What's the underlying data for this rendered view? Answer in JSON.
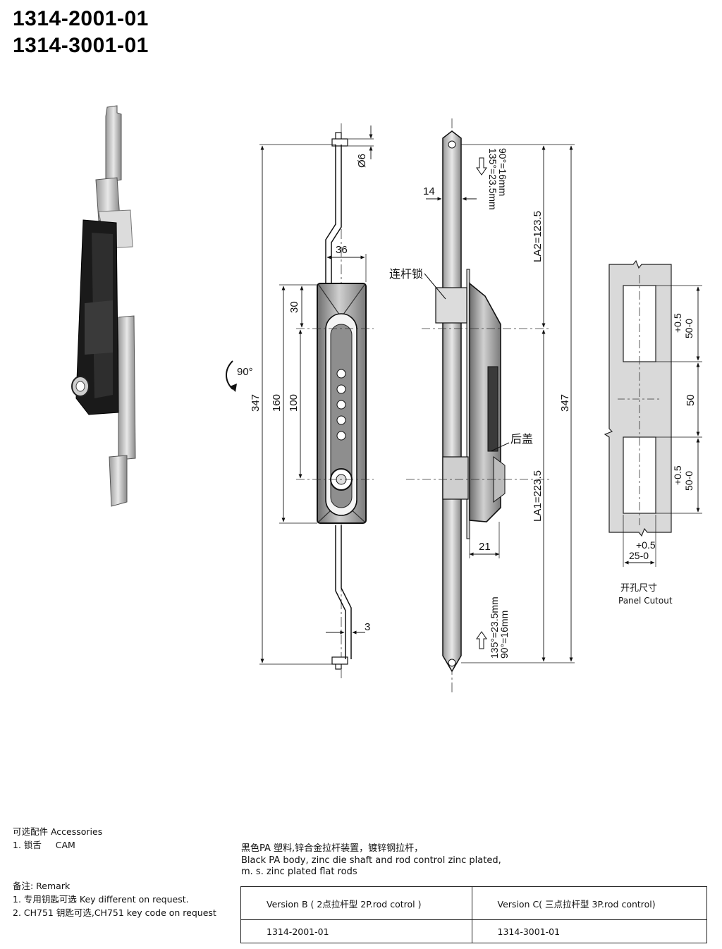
{
  "title": {
    "line1": "1314-2001-01",
    "line2": "1314-3001-01"
  },
  "dimensions": {
    "d6": "Ø6",
    "w36": "36",
    "h30": "30",
    "h160": "160",
    "h100": "100",
    "h347_left": "347",
    "rot90": "90°",
    "w3": "3",
    "w14": "14",
    "w21": "21",
    "h347_right": "347",
    "la2": "LA2=123.5",
    "la1": "LA1=223.5",
    "stroke_top_a": "90°=16mm",
    "stroke_top_b": "135°=23.5mm",
    "stroke_bot_a": "135°=23.5mm",
    "stroke_bot_b": "90°=16mm",
    "cut_tol_1": "+0.5",
    "cut_val_1": "50-0",
    "cut_gap": "50",
    "cut_tol_2": "+0.5",
    "cut_val_2": "50-0",
    "cut_w_tol": "+0.5",
    "cut_w_val": "25-0"
  },
  "callouts": {
    "rod_lock": "连杆锁",
    "rear_cover": "后盖"
  },
  "panel_cutout": {
    "cn": "开孔尺寸",
    "en": "Panel Cutout"
  },
  "accessories": {
    "header": "可选配件 Accessories",
    "item1": "1. 锁舌     CAM"
  },
  "remark": {
    "header": "备注: Remark",
    "item1": "1. 专用钥匙可选 Key different on request.",
    "item2": "2. CH751 钥匙可选,CH751 key code on request"
  },
  "description": {
    "line1": "黑色PA 塑料,锌合金拉杆装置，镀锌钢拉杆，",
    "line2": "Black PA body,  zinc die shaft and rod control zinc plated,",
    "line3": "m. s. zinc plated flat rods"
  },
  "version_table": {
    "headers": [
      "Version B ( 2点拉杆型 2P.rod cotrol )",
      "Version C( 三点拉杆型 3P.rod control)"
    ],
    "values": [
      "1314-2001-01",
      "1314-3001-01"
    ]
  }
}
